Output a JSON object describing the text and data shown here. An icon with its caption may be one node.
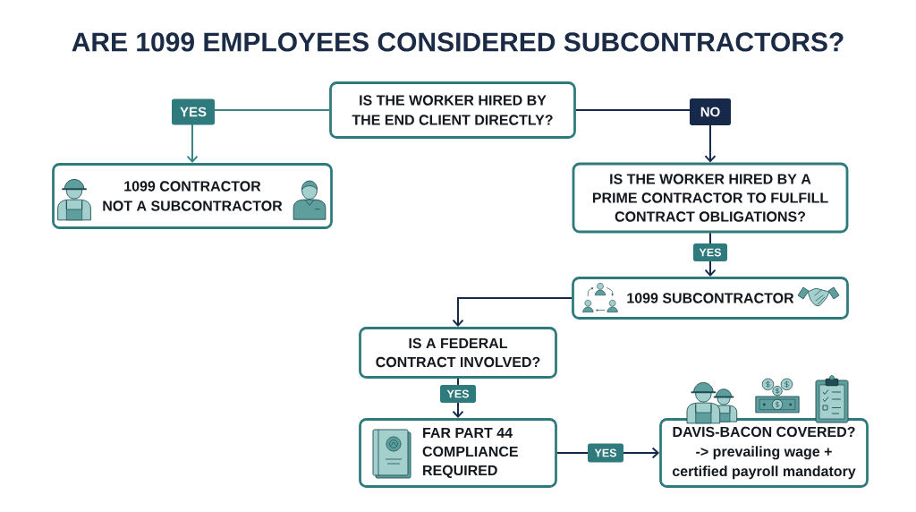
{
  "diagram": {
    "title": "ARE 1099 EMPLOYEES CONSIDERED SUBCONTRACTORS?",
    "nodes": [
      {
        "text": [
          "IS THE WORKER HIRED BY THE END CLIENT DIRECTLY?"
        ]
      },
      {
        "text": [
          "1099 CONTRACTOR NOT A SUBCONTRACTOR"
        ]
      },
      {
        "text": [
          "IS THE WORKER HIRED BY A PRIME CONTRACTOR TO FULFILL CONTRACT OBLIGATIONS?"
        ]
      },
      {
        "text": [
          "1099 SUBCONTRACTOR"
        ]
      },
      {
        "text": [
          "IS A FEDERAL CONTRACT INVOLVED?"
        ]
      },
      {
        "text": [
          "FAR PART 44 COMPLIANCE REQUIRED"
        ]
      },
      {
        "text": [
          "DAVIS-BACON COVERED?",
          "-> prevailing wage + certified payroll mandatory"
        ]
      }
    ],
    "edges": [
      {
        "from": 0,
        "to": 1,
        "arrow": "to",
        "label": "YES",
        "color": "#3d8486"
      },
      {
        "from": 0,
        "to": 2,
        "arrow": "to",
        "label": "NO"
      },
      {
        "from": 2,
        "to": 3,
        "arrow": "to",
        "label": "YES"
      },
      {
        "from": 3,
        "to": 4,
        "arrow": "to"
      },
      {
        "from": 4,
        "to": 5,
        "arrow": "to",
        "label": "YES"
      },
      {
        "from": 5,
        "to": 6,
        "arrow": "to",
        "label": "YES"
      }
    ]
  }
}
